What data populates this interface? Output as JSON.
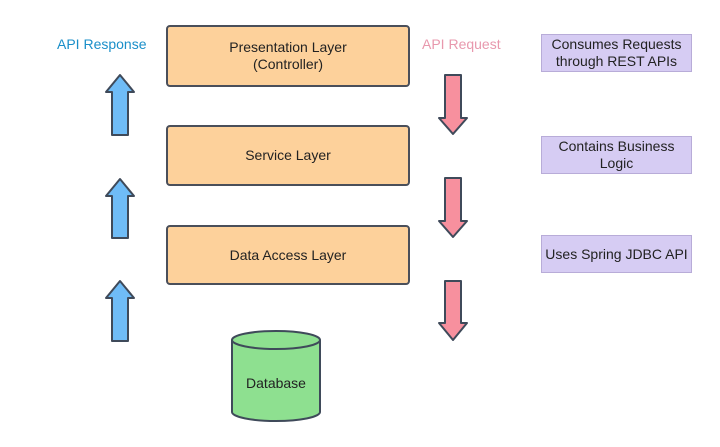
{
  "labels": {
    "api_response": "API Response",
    "api_request": "API Request"
  },
  "layers": [
    {
      "label": "Presentation Layer\n(Controller)"
    },
    {
      "label": "Service Layer"
    },
    {
      "label": "Data Access Layer"
    }
  ],
  "notes": [
    {
      "label": "Consumes Requests\nthrough REST APIs"
    },
    {
      "label": "Contains Business\nLogic"
    },
    {
      "label": "Uses Spring JDBC API"
    }
  ],
  "database": {
    "label": "Database"
  },
  "colors": {
    "response_text": "#1a8fc9",
    "request_text": "#e898ad",
    "up_arrow_fill": "#6fbcf7",
    "down_arrow_fill": "#f7909e",
    "layer_fill": "#fdd19b",
    "note_fill": "#d6ccf3",
    "database_fill": "#8ee090",
    "outline": "#3f4a5a"
  },
  "icons": {
    "up_arrows": "arrow-up-icon",
    "down_arrows": "arrow-down-icon",
    "database": "database-cylinder-icon"
  }
}
